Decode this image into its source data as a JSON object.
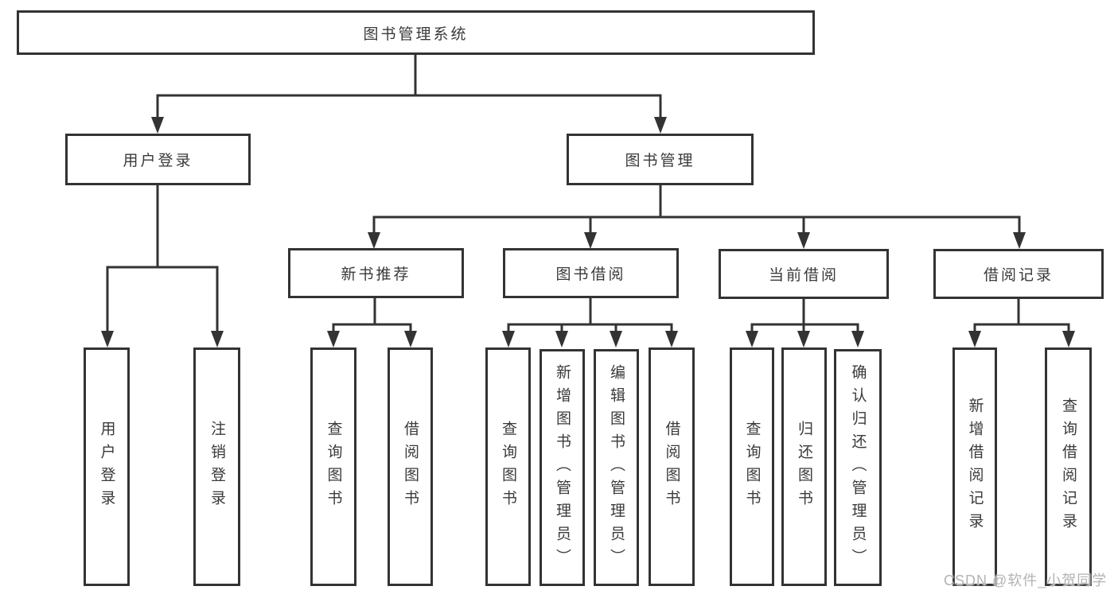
{
  "diagram": {
    "title": "图书管理系统",
    "modules": [
      {
        "label": "用户登录",
        "features": [
          {
            "label": "用户登录"
          },
          {
            "label": "注销登录"
          }
        ]
      },
      {
        "label": "图书管理",
        "submodules": [
          {
            "label": "新书推荐",
            "features": [
              {
                "label": "查询图书"
              },
              {
                "label": "借阅图书"
              }
            ]
          },
          {
            "label": "图书借阅",
            "features": [
              {
                "label": "查询图书"
              },
              {
                "label": "新增图书（管理员）"
              },
              {
                "label": "编辑图书（管理员）"
              },
              {
                "label": "借阅图书"
              }
            ]
          },
          {
            "label": "当前借阅",
            "features": [
              {
                "label": "查询图书"
              },
              {
                "label": "归还图书"
              },
              {
                "label": "确认归还（管理员）"
              }
            ]
          },
          {
            "label": "借阅记录",
            "features": [
              {
                "label": "新增借阅记录"
              },
              {
                "label": "查询借阅记录"
              }
            ]
          }
        ]
      }
    ]
  },
  "watermark": {
    "text": "CSDN @软件_小贺同学"
  },
  "colors": {
    "line": "#333333",
    "box_fill": "#ffffff",
    "text": "#3a3a3a",
    "watermark": "#b3b3b3",
    "background": "#ffffff"
  }
}
